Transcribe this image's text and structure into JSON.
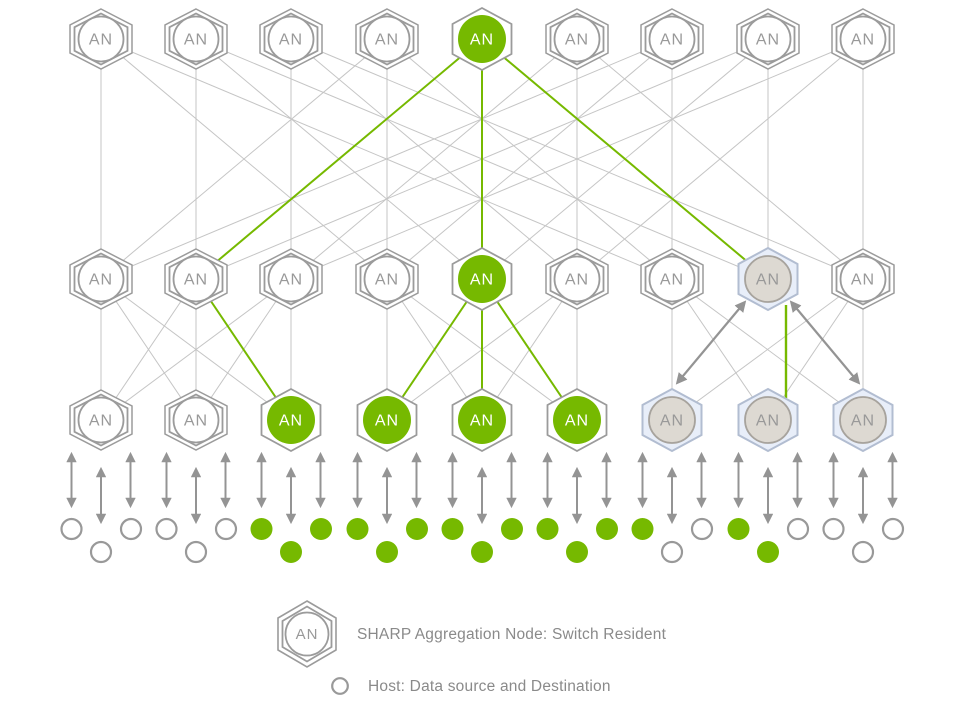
{
  "node_label": "AN",
  "colors": {
    "green": "#76b900",
    "node_stroke": "#9b9b9b",
    "node_text_gray": "#999999",
    "node_text_white": "#ffffff",
    "thin_link": "#c5c5c5",
    "arrow": "#949494",
    "selected_hex_fill": "#e8eef9",
    "selected_hex_stroke": "#b2bdd1",
    "selected_circle_fill": "#ddd9d2",
    "selected_circle_stroke": "#a7a39d",
    "host_stroke": "#999999",
    "legend_text": "#8a8a8a",
    "background": "#ffffff"
  },
  "rows": {
    "top": [
      "normal",
      "normal",
      "normal",
      "normal",
      "active",
      "normal",
      "normal",
      "normal",
      "normal"
    ],
    "middle": [
      "normal",
      "normal",
      "normal",
      "normal",
      "active",
      "normal",
      "normal",
      "selected",
      "normal"
    ],
    "bottom": [
      "normal",
      "normal",
      "active",
      "active",
      "active",
      "active",
      "selected",
      "selected",
      "selected"
    ]
  },
  "links": {
    "top_to_middle_gray": [
      [
        0,
        0
      ],
      [
        0,
        3
      ],
      [
        0,
        6
      ],
      [
        1,
        1
      ],
      [
        1,
        4
      ],
      [
        1,
        7
      ],
      [
        2,
        2
      ],
      [
        2,
        5
      ],
      [
        2,
        8
      ],
      [
        3,
        0
      ],
      [
        3,
        3
      ],
      [
        3,
        6
      ],
      [
        5,
        2
      ],
      [
        5,
        5
      ],
      [
        5,
        8
      ],
      [
        6,
        0
      ],
      [
        6,
        3
      ],
      [
        6,
        6
      ],
      [
        7,
        1
      ],
      [
        7,
        4
      ],
      [
        7,
        7
      ],
      [
        8,
        2
      ],
      [
        8,
        5
      ],
      [
        8,
        8
      ]
    ],
    "top_to_middle_green": [
      [
        4,
        1
      ],
      [
        4,
        4
      ],
      [
        4,
        7
      ]
    ],
    "middle_to_bottom_gray": [
      [
        0,
        0
      ],
      [
        0,
        1
      ],
      [
        0,
        2
      ],
      [
        1,
        0
      ],
      [
        1,
        1
      ],
      [
        2,
        0
      ],
      [
        2,
        1
      ],
      [
        2,
        2
      ],
      [
        3,
        3
      ],
      [
        3,
        4
      ],
      [
        3,
        5
      ],
      [
        5,
        3
      ],
      [
        5,
        4
      ],
      [
        5,
        5
      ],
      [
        6,
        6
      ],
      [
        6,
        7
      ],
      [
        6,
        8
      ],
      [
        8,
        6
      ],
      [
        8,
        7
      ],
      [
        8,
        8
      ]
    ],
    "middle_to_bottom_green": [
      [
        1,
        2
      ],
      [
        4,
        3
      ],
      [
        4,
        4
      ],
      [
        4,
        5
      ]
    ],
    "middle_to_bottom_green_offset": [
      [
        7,
        7
      ]
    ],
    "middle_to_bottom_arrows": [
      [
        7,
        6
      ],
      [
        7,
        8
      ]
    ]
  },
  "hosts": {
    "groups": [
      [
        "white",
        "white",
        "white"
      ],
      [
        "white",
        "white",
        "white"
      ],
      [
        "green",
        "green",
        "green"
      ],
      [
        "green",
        "green",
        "green"
      ],
      [
        "green",
        "green",
        "green"
      ],
      [
        "green",
        "green",
        "green"
      ],
      [
        "green",
        "white",
        "white"
      ],
      [
        "green",
        "green",
        "white"
      ],
      [
        "white",
        "white",
        "white"
      ]
    ]
  },
  "legend": {
    "items": [
      {
        "icon": "aggregation-node-hexagon",
        "label": "SHARP Aggregation Node: Switch Resident"
      },
      {
        "icon": "host-circle",
        "label": "Host: Data source and Destination"
      }
    ]
  }
}
